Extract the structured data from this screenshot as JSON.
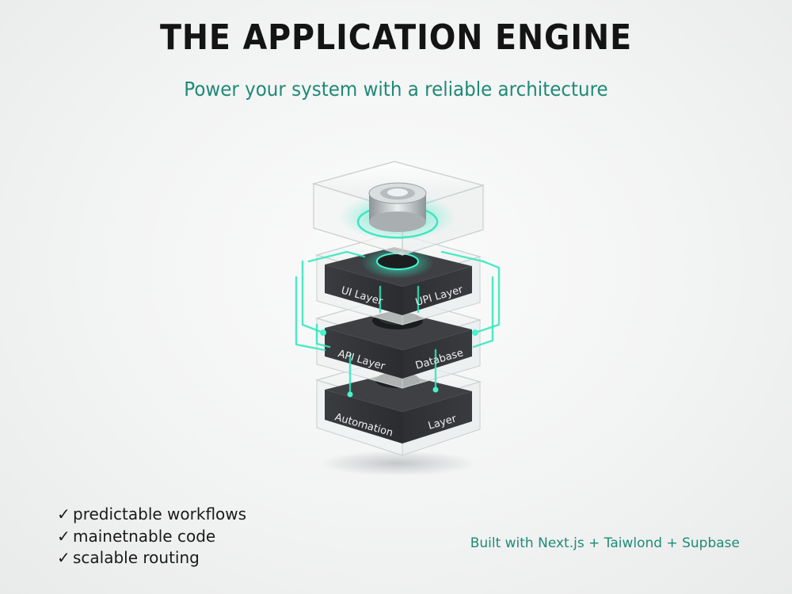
{
  "header": {
    "title": "THE APPLICATION ENGINE",
    "subtitle": "Power your system with a reliable architecture"
  },
  "stack": {
    "top_layer": {
      "left_label": "UI Layer",
      "right_label": "UPI Layer"
    },
    "middle_layer": {
      "left_label": "API Layer",
      "right_label": "Database"
    },
    "bottom_layer": {
      "left_label": "Automation",
      "right_label": "Layer"
    }
  },
  "features": [
    {
      "check": "✓",
      "label": "predictable workflows"
    },
    {
      "check": "✓",
      "label": "mainetnable code"
    },
    {
      "check": "✓",
      "label": "scalable routing"
    }
  ],
  "footer": {
    "built_with": "Built with Next.js + Taiwlond + Supbase"
  },
  "colors": {
    "accent": "#1f8a77",
    "glow": "#2ee6bd",
    "block": "#2b2d30",
    "title": "#141414"
  }
}
